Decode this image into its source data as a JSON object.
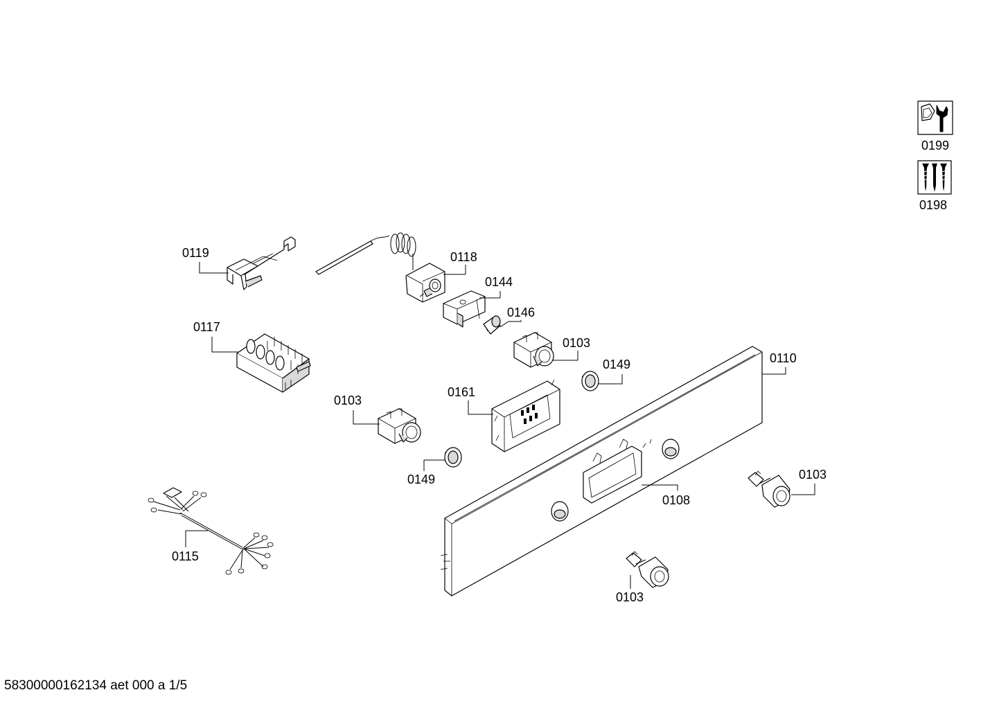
{
  "footer": {
    "drawing_id": "58300000162134 aet 000 a 1/5"
  },
  "tool_icons": [
    {
      "label": "0199",
      "icon": "nut-wrench-icon"
    },
    {
      "label": "0198",
      "icon": "screws-icon"
    }
  ],
  "parts": [
    {
      "key": "p0119",
      "label": "0119"
    },
    {
      "key": "p0118",
      "label": "0118"
    },
    {
      "key": "p0144",
      "label": "0144"
    },
    {
      "key": "p0146",
      "label": "0146"
    },
    {
      "key": "p0117",
      "label": "0117"
    },
    {
      "key": "p0103a",
      "label": "0103"
    },
    {
      "key": "p0149a",
      "label": "0149"
    },
    {
      "key": "p0110",
      "label": "0110"
    },
    {
      "key": "p0161",
      "label": "0161"
    },
    {
      "key": "p0103b",
      "label": "0103"
    },
    {
      "key": "p0149b",
      "label": "0149"
    },
    {
      "key": "p0103c",
      "label": "0103"
    },
    {
      "key": "p0108",
      "label": "0108"
    },
    {
      "key": "p0115",
      "label": "0115"
    },
    {
      "key": "p0103d",
      "label": "0103"
    }
  ]
}
